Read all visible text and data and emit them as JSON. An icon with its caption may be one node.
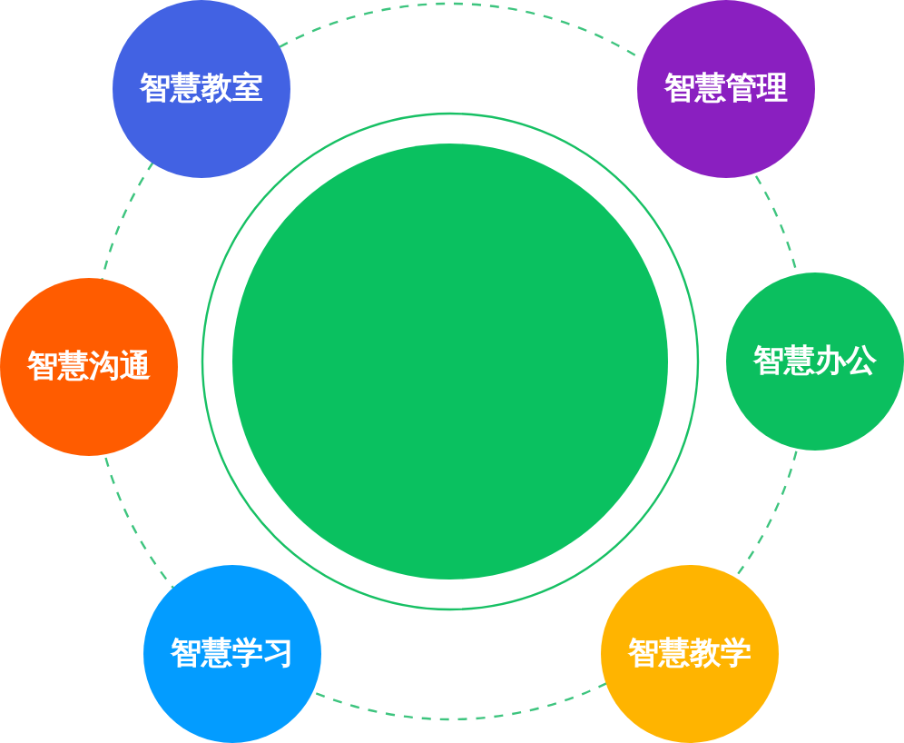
{
  "diagram": {
    "nodes": [
      {
        "text": [
          "智慧教室"
        ]
      },
      {
        "text": [
          "智慧管理"
        ]
      },
      {
        "text": [
          "智慧沟通"
        ]
      },
      {
        "text": [],
        "shape": "circle"
      },
      {
        "text": [
          "智慧办公"
        ]
      },
      {
        "text": [
          "智慧学习"
        ]
      },
      {
        "text": [
          "智慧教学"
        ]
      }
    ],
    "edges": []
  }
}
